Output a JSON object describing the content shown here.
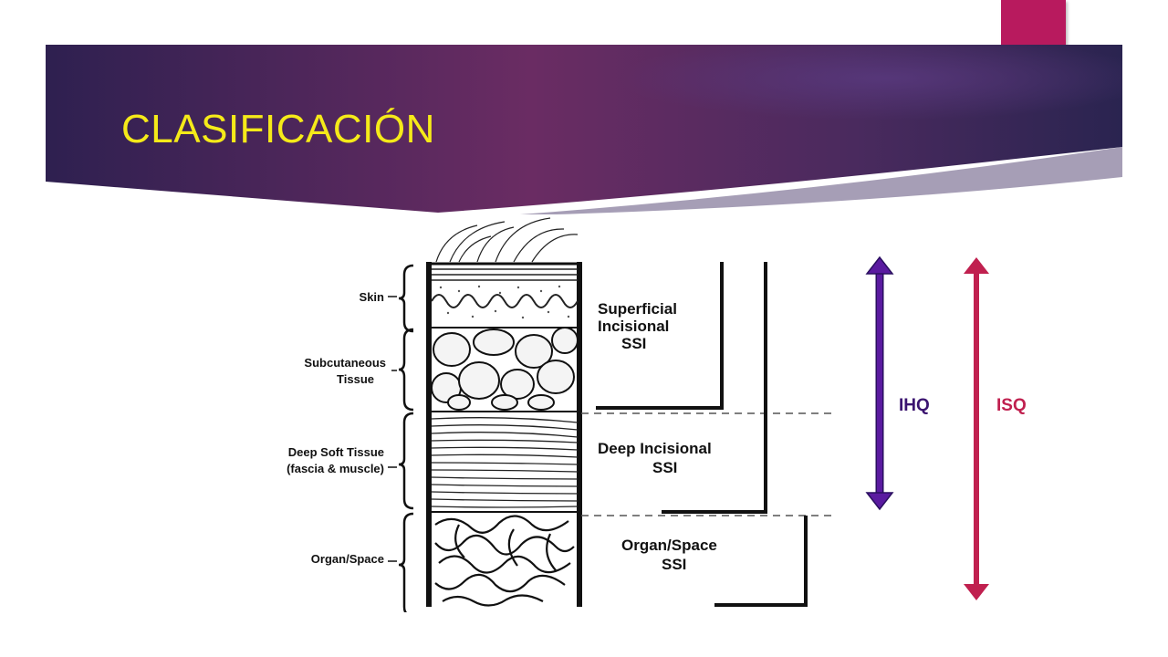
{
  "slide": {
    "title": "CLASIFICACIÓN"
  },
  "colors": {
    "title": "#f5ea19",
    "banner_dark": "#2b1f4f",
    "banner_mid": "#6e2f66",
    "accent_tab": "#b81a5e",
    "ihq_arrow": "#5a1aa0",
    "isq_arrow": "#c0204f"
  },
  "diagram": {
    "layers": [
      {
        "label": "Skin"
      },
      {
        "label": "Subcutaneous",
        "label2": "Tissue"
      },
      {
        "label": "Deep Soft Tissue",
        "label2": "(fascia & muscle)"
      },
      {
        "label": "Organ/Space"
      }
    ],
    "ssi": [
      {
        "line1": "Superficial",
        "line2": "Incisional",
        "line3": "SSI"
      },
      {
        "line1": "Deep Incisional",
        "line2": "SSI"
      },
      {
        "line1": "Organ/Space",
        "line2": "SSI"
      }
    ]
  },
  "arrows": {
    "ihq_label": "IHQ",
    "isq_label": "ISQ"
  }
}
